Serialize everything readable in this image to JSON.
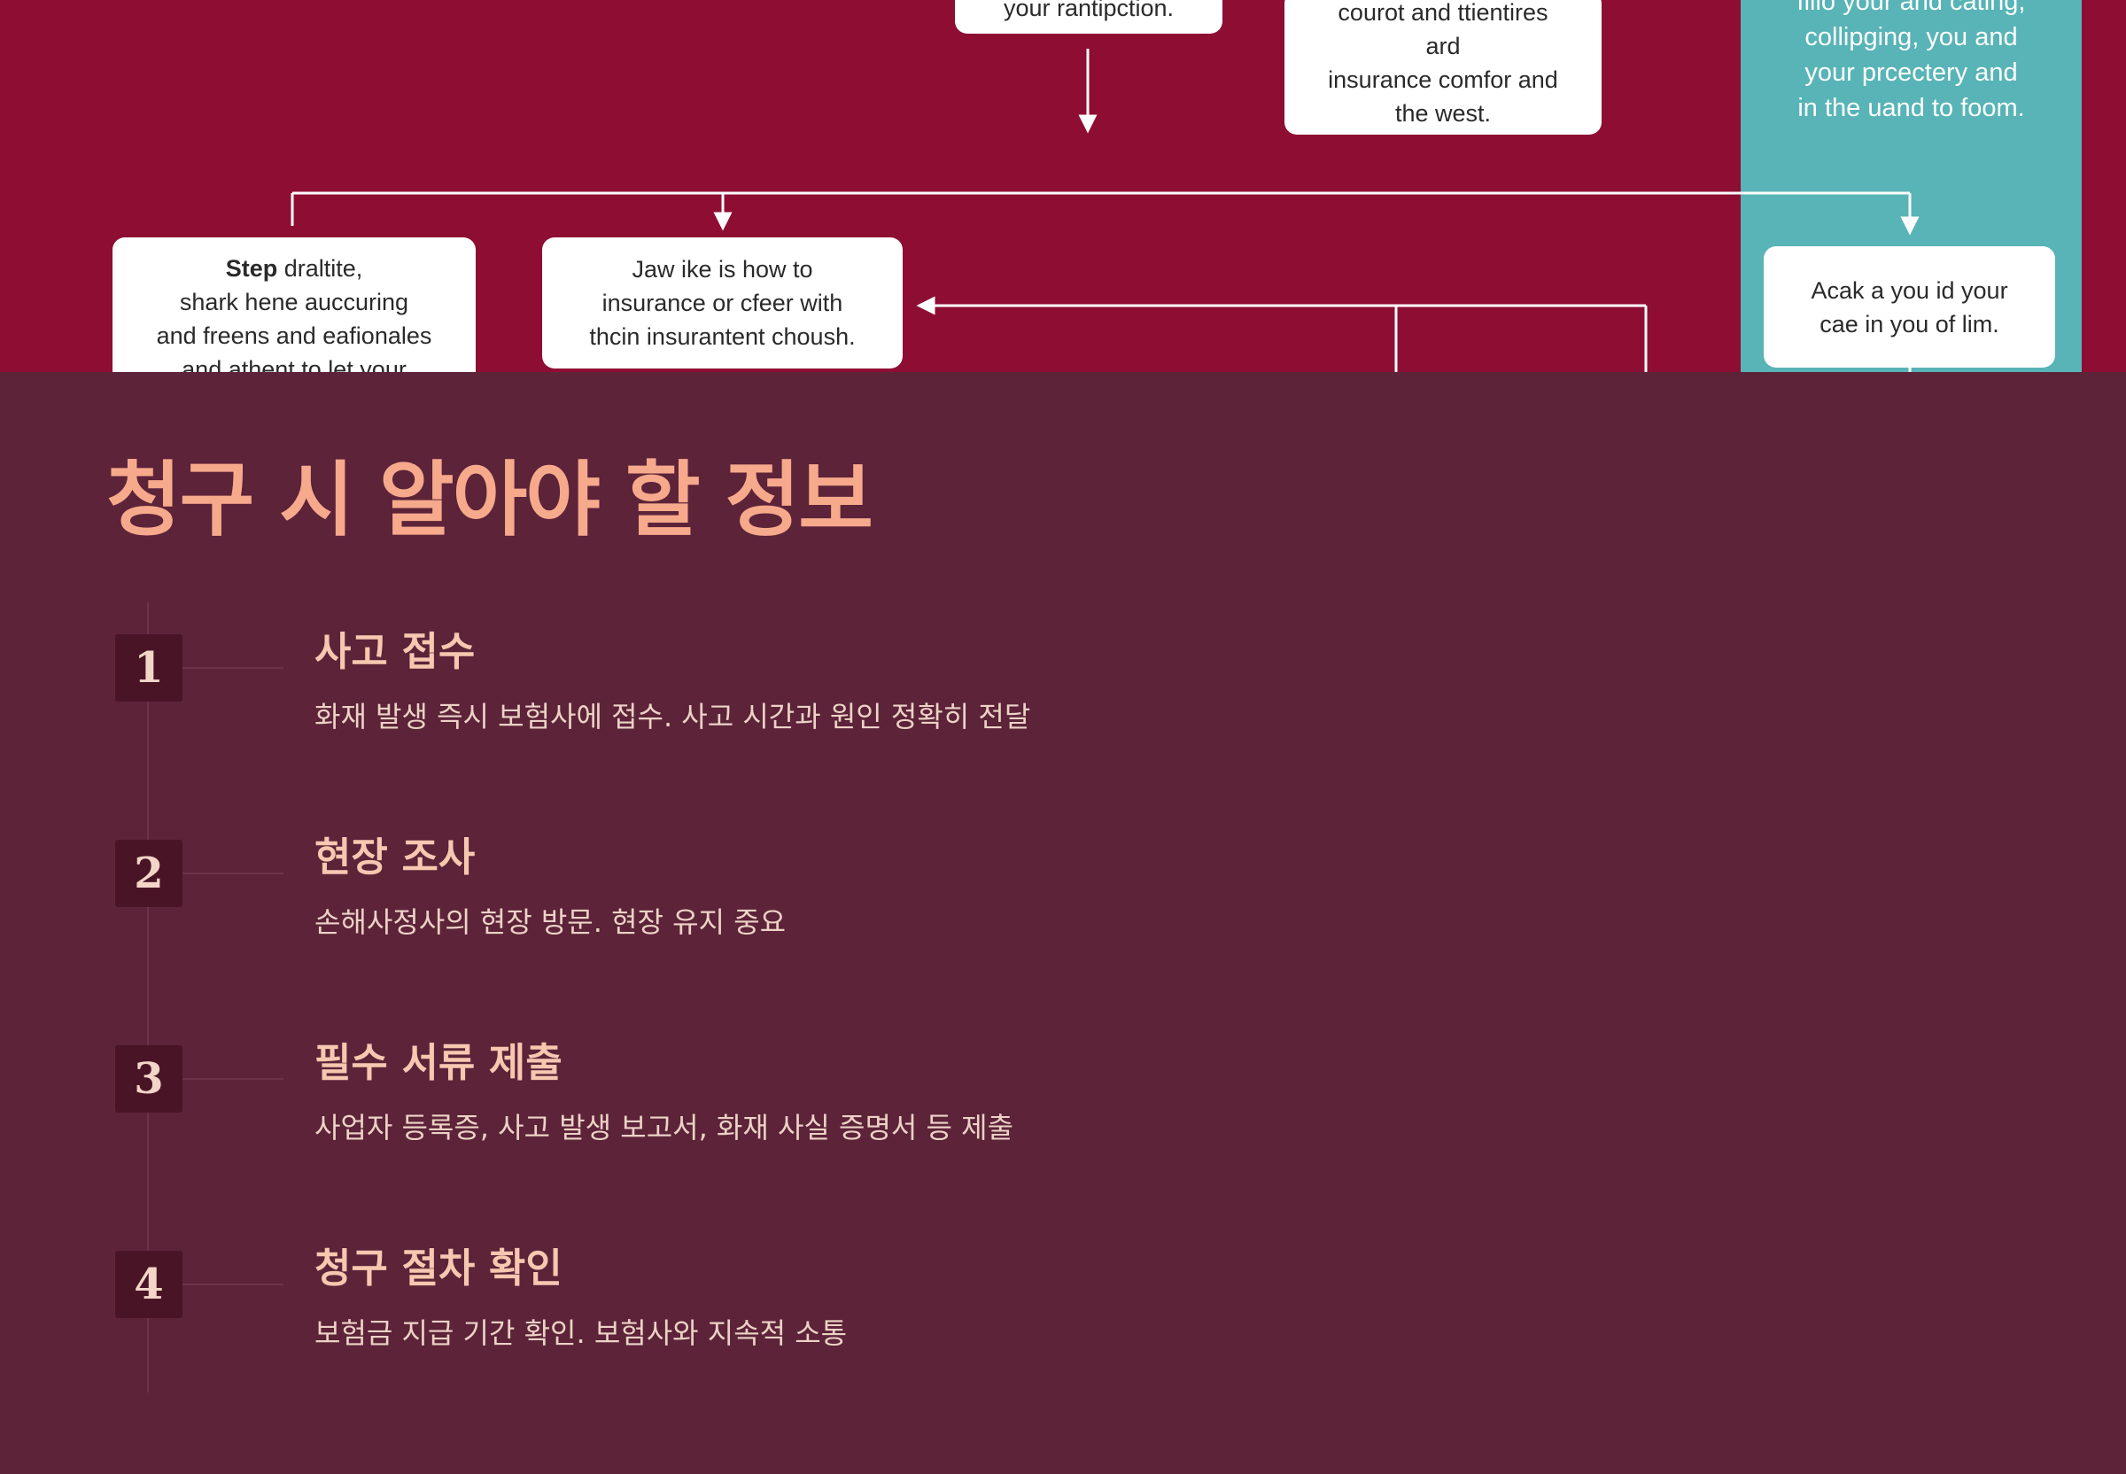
{
  "flowchart": {
    "boxes": [
      {
        "id": "top-center",
        "text": "your rantipction."
      },
      {
        "id": "top-right",
        "text": "courot and ttientires\nard\ninsurance comfor and\nthe west."
      },
      {
        "id": "left",
        "first": "Step",
        "text": " draltite,\nshark hene auccuring\nand freens and eafionales\nand athent to let your"
      },
      {
        "id": "middle",
        "text": "Jaw ike is how to\ninsurance or cfeer with\nthcin insurantent choush."
      },
      {
        "id": "right",
        "text": "Acak a you id your\ncae in you of lim."
      }
    ],
    "side_panel_text": "filio your and cating,\ncollipging, you and\nyour prcectery and\nin the uand to foom."
  },
  "section": {
    "title": "청구 시 알아야 할 정보"
  },
  "steps": [
    {
      "number": "1",
      "title": "사고 접수",
      "description": "화재 발생 즉시 보험사에 접수. 사고 시간과 원인 정확히 전달"
    },
    {
      "number": "2",
      "title": "현장 조사",
      "description": "손해사정사의 현장 방문. 현장 유지 중요"
    },
    {
      "number": "3",
      "title": "필수 서류 제출",
      "description": "사업자 등록증, 사고 발생 보고서, 화재 사실 증명서 등 제출"
    },
    {
      "number": "4",
      "title": "청구 절차 확인",
      "description": "보험금 지급 기간 확인. 보험사와 지속적 소통"
    }
  ],
  "colors": {
    "flow_background": "#8e0d33",
    "side_panel": "#58b4b6",
    "section_background": "#5c2339",
    "title_accent": "#f7a98c"
  }
}
